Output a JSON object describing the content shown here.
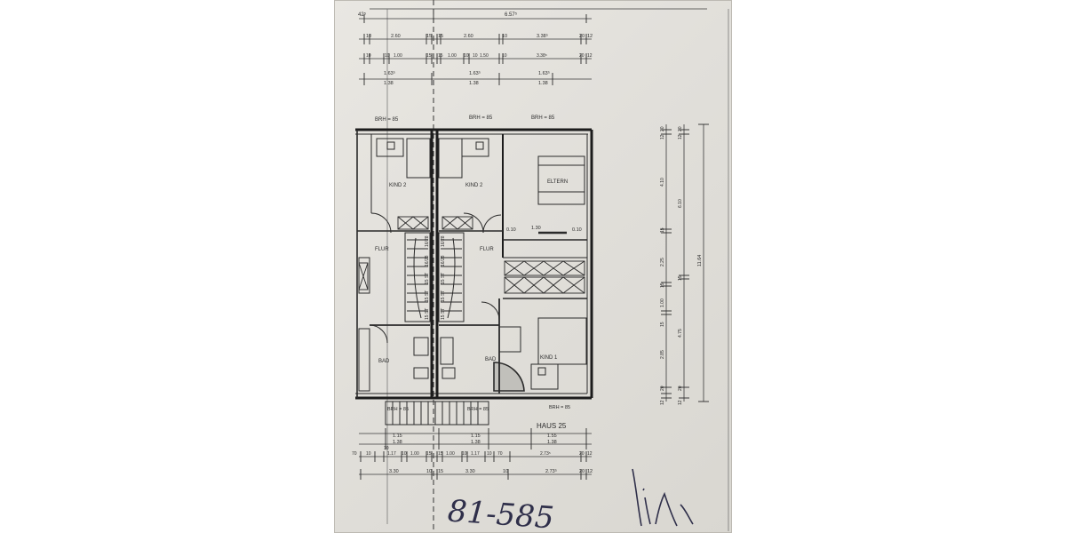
{
  "drawing": {
    "top_dims": {
      "row1": [
        "42⁵",
        "6.57⁵"
      ],
      "row2": [
        "10",
        "2.60",
        "15",
        "15",
        "2.60",
        "10",
        "3.38⁵",
        "20",
        "12"
      ],
      "row3": [
        "10",
        "10",
        "1.00",
        "15",
        "15",
        "1.00",
        "10",
        "10",
        "1.50",
        "10",
        "3.38⁵",
        "20",
        "12"
      ],
      "row4a": [
        "1.63⁵",
        "1.63⁵",
        "1.63⁵"
      ],
      "row4b": [
        "1.38",
        "1.38",
        "1.38"
      ]
    },
    "brh": {
      "top_left": "BRH = 85",
      "top_mid": "BRH = 85",
      "top_right": "BRH = 85",
      "bottom_left": "BRH = 85",
      "bottom_mid": "BRH = 85",
      "bottom_right": "BRH = 85"
    },
    "rooms": {
      "kind2_left": "KIND 2",
      "kind2_mid": "KIND 2",
      "eltern": "ELTERN",
      "flur_left": "FLUR",
      "flur_mid": "FLUR",
      "bad_left": "BAD",
      "bad_mid": "BAD",
      "kind1": "KIND 1"
    },
    "stairs": {
      "left": [
        "16/28",
        "15 ST",
        "15 ST",
        "16/28",
        "15 ST"
      ],
      "right": [
        "16/28",
        "15 ST",
        "15 ST",
        "16/28",
        "15 ST"
      ]
    },
    "annot": {
      "a1": "0.10",
      "a2": "1.30",
      "a3": "0.10"
    },
    "right_dims": {
      "col1": [
        "12",
        "20",
        "4.10",
        "15",
        "2.25",
        "15",
        "1.00",
        "15",
        "2.85",
        "20",
        "12"
      ],
      "col2": [
        "20",
        "12",
        "6.10",
        "15",
        "4.75",
        "20",
        "12"
      ],
      "col3": [
        "11.64"
      ]
    },
    "house_label": "HAUS 25",
    "bottom_dims": {
      "row1": [
        "1.15",
        "1.15",
        "1.55"
      ],
      "row2": [
        "1.38",
        "1.38",
        "1.38"
      ],
      "row3": [
        "70",
        "10",
        "10",
        "1.17",
        "10",
        "1.00",
        "15",
        "15",
        "1.00",
        "10",
        "1.17",
        "10",
        "70",
        "2.73⁵",
        "20",
        "12"
      ],
      "row4": [
        "3.30",
        "10",
        "15",
        "3.30",
        "10",
        "2.73⁵",
        "20",
        "12"
      ]
    },
    "handwriting": {
      "number": "81-585"
    }
  }
}
